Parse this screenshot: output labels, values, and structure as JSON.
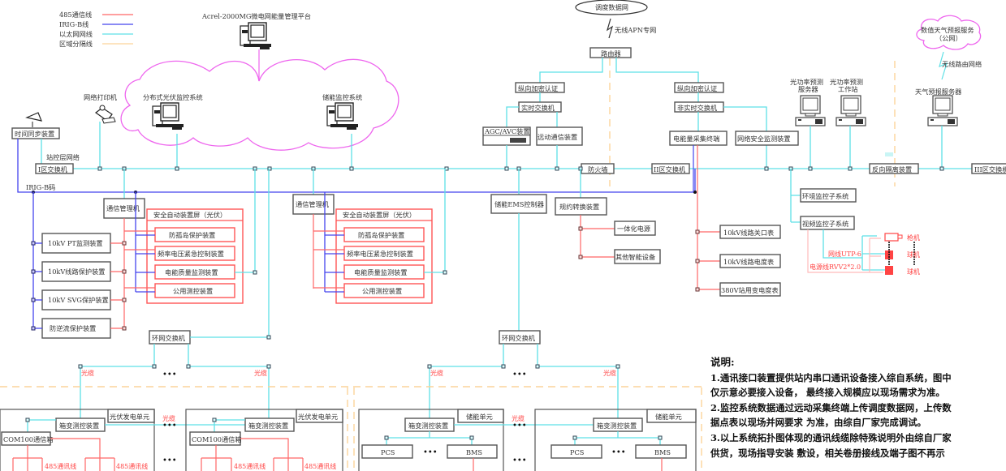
{
  "legend": [
    {
      "label": "485通信线",
      "color": "#ff6666"
    },
    {
      "label": "IRIG-B线",
      "color": "#4444ee"
    },
    {
      "label": "以太网网线",
      "color": "#5ee0e6"
    },
    {
      "label": "区域分隔线",
      "color": "#fcd49a"
    }
  ],
  "platform": {
    "label": "Acrel-2000MG微电网能量管理平台"
  },
  "top": {
    "dispatch_net": "调度数据网",
    "apn": "无线APN专网",
    "router": "路由器",
    "encrypt_left": "纵向加密认证",
    "encrypt_right": "纵向加密认证",
    "realtime_switch": "实时交换机",
    "nonrealtime_switch": "非实时交换机",
    "agc": "AGC/AVC装置",
    "telecontrol": "远动通信装置",
    "energy_terminal": "电能量采集终端",
    "netsec": "网络安全监测装置",
    "firewall": "防火墙",
    "zone2_switch": "II区交换机",
    "reverse_isolation": "反向隔离装置",
    "zone3_switch": "III区交换机",
    "forecast_server": "光功率预测服务器",
    "forecast_ws": "光功率预测工作站",
    "weather_service": "数值天气预报服务",
    "weather_service_sub": "（公网）",
    "wireless_route": "无线路由网络",
    "weather_server": "天气预报服务器"
  },
  "left": {
    "time_sync": "时间同步装置",
    "printer": "网络打印机",
    "pv_monitor": "分布式光伏监控系统",
    "storage_monitor": "储能监控系统",
    "station_net": "站控层网络",
    "zone1_switch": "I区交换机",
    "irig_code": "IRIG-B码"
  },
  "protection": {
    "comm_manager": "通信管理机",
    "devices": [
      "10kV PT监测装置",
      "10kV线路保护装置",
      "10kV SVG保护装置",
      "防逆流保护装置"
    ],
    "screen_title": "安全自动装置屏（光伏）",
    "screen_items": [
      "防孤岛保护装置",
      "频率电压紧急控制装置",
      "电能质量监测装置",
      "公用测控装置"
    ]
  },
  "protection2": {
    "comm_manager": "通信管理机",
    "screen_title": "安全自动装置屏（光伏）",
    "screen_items": [
      "防孤岛保护装置",
      "频率电压紧急控制装置",
      "电能质量监测装置",
      "公用测控装置"
    ]
  },
  "ems": {
    "controller": "储能EMS控制器",
    "protocol_conv": "规约转换装置",
    "integrated_power": "一体化电源",
    "other_devices": "其他智能设备"
  },
  "meters": [
    "10kV线路关口表",
    "10kV线路电度表",
    "380V站用变电度表"
  ],
  "subsystems": {
    "env": "环境监控子系统",
    "video": "视频监控子系统",
    "utp": "网线UTP-6",
    "power_cable": "电源线RVV2*2.0",
    "cameras": [
      "枪机",
      "球机",
      "球机"
    ]
  },
  "ring": {
    "switch": "环网交换机",
    "fiber": "光缆",
    "ellipsis": "•••"
  },
  "pv_unit": {
    "title": "光伏发电单元",
    "box_ctrl": "箱变测控装置",
    "com_box": "COM100通信箱",
    "rs485": "485通讯线"
  },
  "storage_unit": {
    "title": "储能单元",
    "box_ctrl": "箱变测控装置",
    "pcs": "PCS",
    "bms": "BMS"
  },
  "notes": {
    "title": "说明:",
    "lines": [
      "1.通讯接口装置提供站内串口通讯设备接入综自系统，图中",
      "仅示意必要接入设备， 最终接入规模应以现场需求为准。",
      "2.监控系统数据通过远动采集终端上传调度数据网，上传数",
      "据点表以现场并网要求 为准，由综自厂家完成调试。",
      "3.以上系统拓扑图体现的通讯线缆除特殊说明外由综自厂家",
      "供货，现场指导安装 敷设，相关卷册接线及端子图不再示"
    ]
  }
}
